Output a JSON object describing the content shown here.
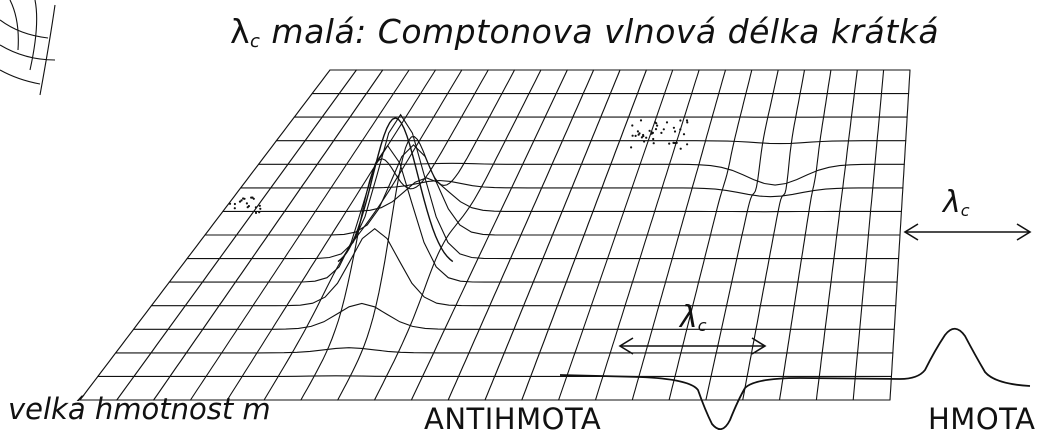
{
  "title": {
    "symbol": "λ",
    "subscript": "c",
    "text": " malá: Comptonova vlnová délka krátká"
  },
  "labels": {
    "mass": "velká hmotnost m",
    "antimatter": "ANTIHMOTA",
    "matter": "HMOTA",
    "lambda_symbol": "λ",
    "lambda_subscript": "c"
  },
  "colors": {
    "ink": "#111111",
    "background": "#ffffff"
  }
}
